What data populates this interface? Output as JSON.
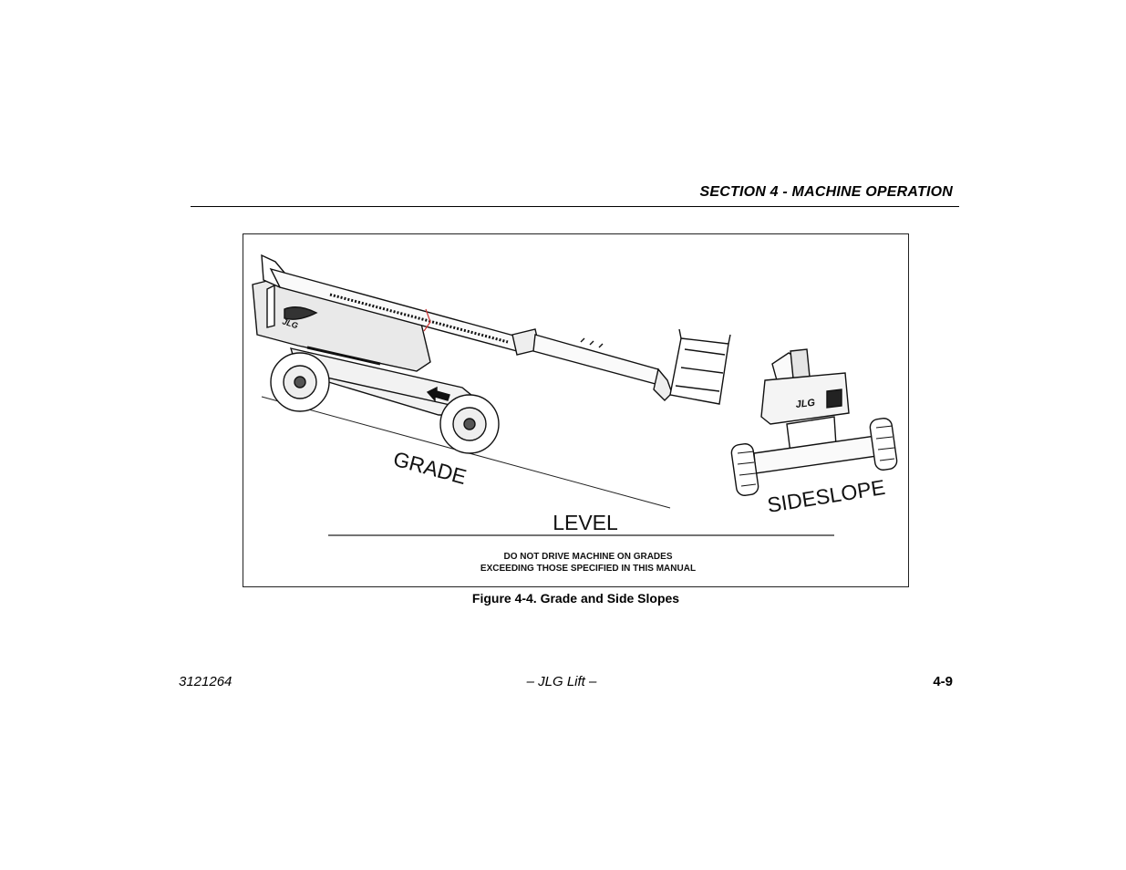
{
  "header": {
    "section_title": "SECTION 4 - MACHINE OPERATION"
  },
  "figure": {
    "labels": {
      "grade": "GRADE",
      "level": "LEVEL",
      "sideslope": "SIDESLOPE",
      "warning_line1": "DO NOT DRIVE MACHINE ON GRADES",
      "warning_line2": "EXCEEDING THOSE SPECIFIED IN THIS MANUAL",
      "brand_side": "JLG",
      "brand_rear": "JLG"
    },
    "caption": "Figure 4-4. Grade and Side Slopes"
  },
  "footer": {
    "doc_number": "3121264",
    "center_text": "– JLG Lift –",
    "page_number": "4-9"
  }
}
